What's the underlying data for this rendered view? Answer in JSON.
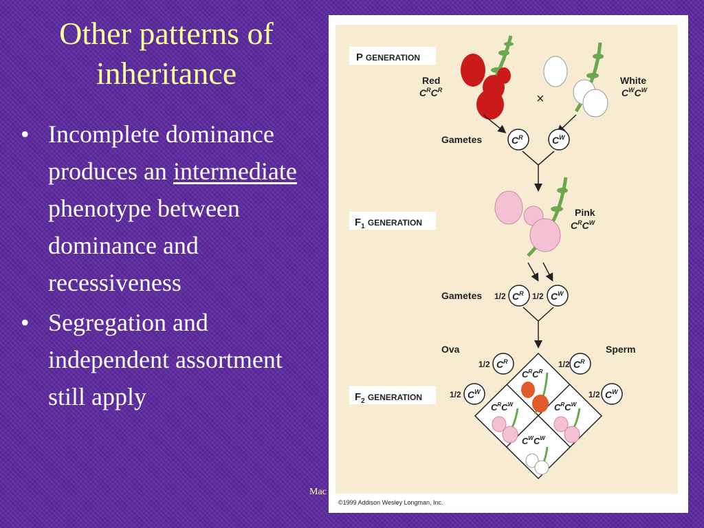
{
  "slide": {
    "title_line1": "Other patterns of",
    "title_line2": "inheritance",
    "bullet_glyph": "•",
    "bullet1_pre": "Incomplete dominance produces an ",
    "bullet1_underlined": "intermediate",
    "bullet1_post": " phenotype between dominance and recessiveness",
    "bullet2": "Segregation and independent assortment still apply",
    "footnote": "Mac"
  },
  "figure": {
    "p_generation": {
      "label_letter": "P",
      "label_word": "GENERATION"
    },
    "f1_generation": {
      "label_letter": "F",
      "label_sub": "1",
      "label_word": "GENERATION"
    },
    "f2_generation": {
      "label_letter": "F",
      "label_sub": "2",
      "label_word": "GENERATION"
    },
    "red_label": "Red",
    "white_label": "White",
    "pink_label": "Pink",
    "cross_symbol": "×",
    "gametes_label": "Gametes",
    "ova_label": "Ova",
    "sperm_label": "Sperm",
    "half": "1/2",
    "allele_letter": "C",
    "allele_R": "R",
    "allele_W": "W",
    "copyright": "©1999 Addison Wesley Longman, Inc.",
    "colors": {
      "background_panel": "#f7ecd2",
      "red_flower": "#cc1a1a",
      "pink_flower": "#f4c0d4",
      "white_flower": "#ffffff",
      "f2_red_flower": "#e05a2a",
      "leaf_green": "#6aa84f"
    }
  }
}
